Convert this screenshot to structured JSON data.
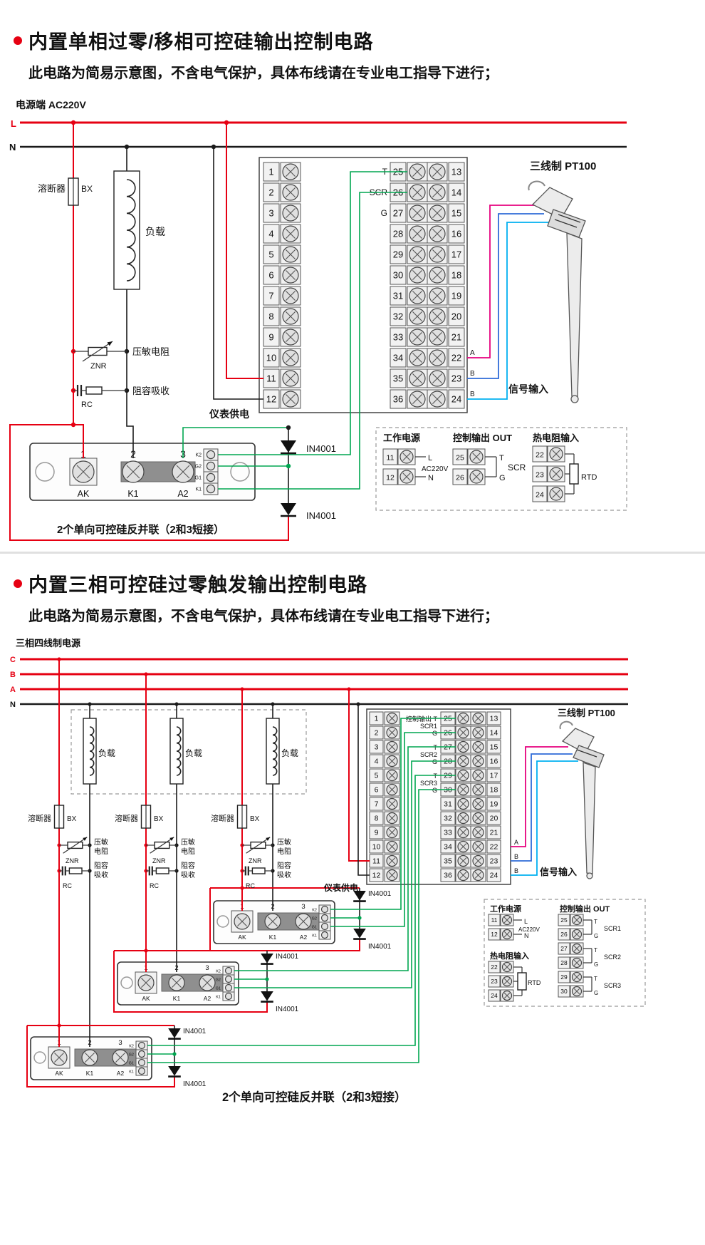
{
  "palette": {
    "accent_red": "#e60012",
    "wire_green": "#00a650",
    "wire_magenta": "#e6007e",
    "wire_blue": "#2f6bd8",
    "wire_cyan": "#00b0f0",
    "neutral_black": "#1a1a1a"
  },
  "shared": {
    "subtitle": "此电路为简易示意图，不含电气保护，具体布线请在专业电工指导下进行；",
    "scr_caption": "2个单向可控硅反并联（2和3短接）",
    "diode_label": "IN4001",
    "fuse_label": "溶断器",
    "fuse_model": "BX",
    "load_label": "负载",
    "varistor_label": "压敏电阻",
    "varistor_l1": "压敏",
    "varistor_l2": "电阻",
    "varistor_model": "ZNR",
    "rc_label": "阻容吸收",
    "rc_l1": "阻容",
    "rc_l2": "吸收",
    "rc_model": "RC",
    "meter_supply": "仪表供电",
    "pt100_label": "三线制 PT100",
    "signal_input": "信号输入",
    "rtd_wire_labels": [
      "A",
      "B",
      "B"
    ],
    "module": {
      "terminal_numbers": [
        "1",
        "2",
        "3"
      ],
      "terminal_pins": [
        "AK",
        "K1",
        "A2"
      ],
      "side_labels": [
        "K2",
        "G2",
        "G1",
        "K1"
      ]
    },
    "terminal_numbers": {
      "left": [
        "1",
        "2",
        "3",
        "4",
        "5",
        "6",
        "7",
        "8",
        "9",
        "10",
        "11",
        "12"
      ],
      "mid": [
        "25",
        "26",
        "27",
        "28",
        "29",
        "30",
        "31",
        "32",
        "33",
        "34",
        "35",
        "36"
      ],
      "right": [
        "13",
        "14",
        "15",
        "16",
        "17",
        "18",
        "19",
        "20",
        "21",
        "22",
        "23",
        "24"
      ]
    },
    "info_box": {
      "work_power": "工作电源",
      "ctrl_out": "控制输出 OUT",
      "rtd_in": "热电阻输入",
      "l": "L",
      "n": "N",
      "ac": "AC220V",
      "t": "T",
      "g": "G",
      "rtd": "RTD"
    }
  },
  "section1": {
    "title": "内置单相过零/移相可控硅输出控制电路",
    "power_label": "电源端  AC220V",
    "line_labels": [
      "L",
      "N"
    ],
    "block_mid_labels": [
      {
        "row": 0,
        "text": "T"
      },
      {
        "row": 1,
        "text": "SCR"
      },
      {
        "row": 2,
        "text": "G"
      }
    ],
    "info_scr": "SCR",
    "info_terms": {
      "work": [
        "11",
        "12"
      ],
      "out": [
        "25",
        "26"
      ],
      "rtd": [
        "22",
        "23",
        "24"
      ]
    }
  },
  "section2": {
    "title": "内置三相可控硅过零触发输出控制电路",
    "power_label": "三相四线制电源",
    "line_labels": [
      "C",
      "B",
      "A",
      "N"
    ],
    "block_mid_labels": [
      {
        "row": 0,
        "text": "控制输出 T"
      },
      {
        "row": 1,
        "text": "G"
      },
      {
        "row": 2,
        "text": "T"
      },
      {
        "row": 3,
        "text": "G"
      },
      {
        "row": 4,
        "text": "T"
      },
      {
        "row": 5,
        "text": "G"
      }
    ],
    "block_scr_labels": [
      {
        "between": [
          0,
          1
        ],
        "text": "SCR1"
      },
      {
        "between": [
          2,
          3
        ],
        "text": "SCR2"
      },
      {
        "between": [
          4,
          5
        ],
        "text": "SCR3"
      }
    ],
    "info_scr": [
      "SCR1",
      "SCR2",
      "SCR3"
    ],
    "info_terms": {
      "work": [
        "11",
        "12"
      ],
      "out": [
        "25",
        "26",
        "27",
        "28",
        "29",
        "30"
      ],
      "rtd": [
        "22",
        "23",
        "24"
      ]
    }
  }
}
